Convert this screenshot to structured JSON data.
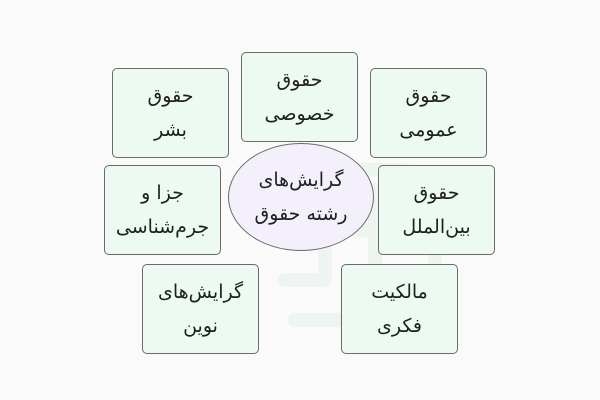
{
  "center": {
    "line1": "گرایش‌های",
    "line2": "رشته حقوق"
  },
  "branches": {
    "human_rights": {
      "line1": "حقوق",
      "line2": "بشر"
    },
    "private_law": {
      "line1": "حقوق",
      "line2": "خصوصی"
    },
    "public_law": {
      "line1": "حقوق",
      "line2": "عمومی"
    },
    "criminal_law": {
      "line1": "جزا و",
      "line2": "جرم‌شناسی"
    },
    "international_law": {
      "line1": "حقوق",
      "line2": "بین‌الملل"
    },
    "new_branches": {
      "line1": "گرایش‌های",
      "line2": "نوین"
    },
    "intellectual_property": {
      "line1": "مالکیت",
      "line2": "فکری"
    }
  },
  "colors": {
    "box_fill": "#ecfaf2",
    "circle_fill": "#f3effb",
    "border": "#6b6b6b",
    "background": "#fafafa",
    "watermark": "#e6f2ec"
  }
}
